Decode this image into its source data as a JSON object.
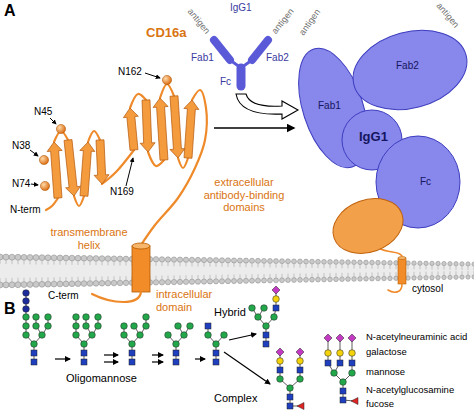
{
  "diagram": {
    "labels": [
      "A",
      "antigen",
      "antigen",
      "IgG1",
      "Fab1",
      "Fab2",
      "Fc",
      "antigen",
      "Fab2",
      "antigen",
      "Fab1",
      "IgG1",
      "Fc",
      "CD16a",
      "N162",
      "N45",
      "N38",
      "N74",
      "N169",
      "N-term",
      "extracellular antibody-binding domains",
      "transmembrane helix",
      "C-term",
      "intracellular domain",
      "cytosol",
      "B",
      "Hybrid",
      "Oligomannose",
      "Complex"
    ],
    "legend": [
      {
        "text": "N-acetylneuraminic acid"
      },
      {
        "text": "galactose"
      },
      {
        "text": "mannose"
      },
      {
        "text": "N-acetylglucosamine"
      },
      {
        "text": "fucose"
      }
    ]
  }
}
